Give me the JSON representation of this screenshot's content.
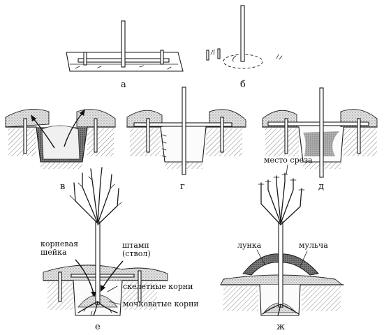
{
  "panels": {
    "a": {
      "label": "а"
    },
    "b": {
      "label": "б"
    },
    "v": {
      "label": "в"
    },
    "g": {
      "label": "г"
    },
    "d": {
      "label": "д"
    },
    "e": {
      "label": "е"
    },
    "zh": {
      "label": "ж"
    }
  },
  "annotations": {
    "root_collar": "корневая\nшейка",
    "stem": "штамп\n(ствол)",
    "skeletal_roots": "скелетные корни",
    "fibrous_roots": "мочковатые корни",
    "cut_place": "место среза",
    "hole": "лунка",
    "mulch": "мульча"
  }
}
